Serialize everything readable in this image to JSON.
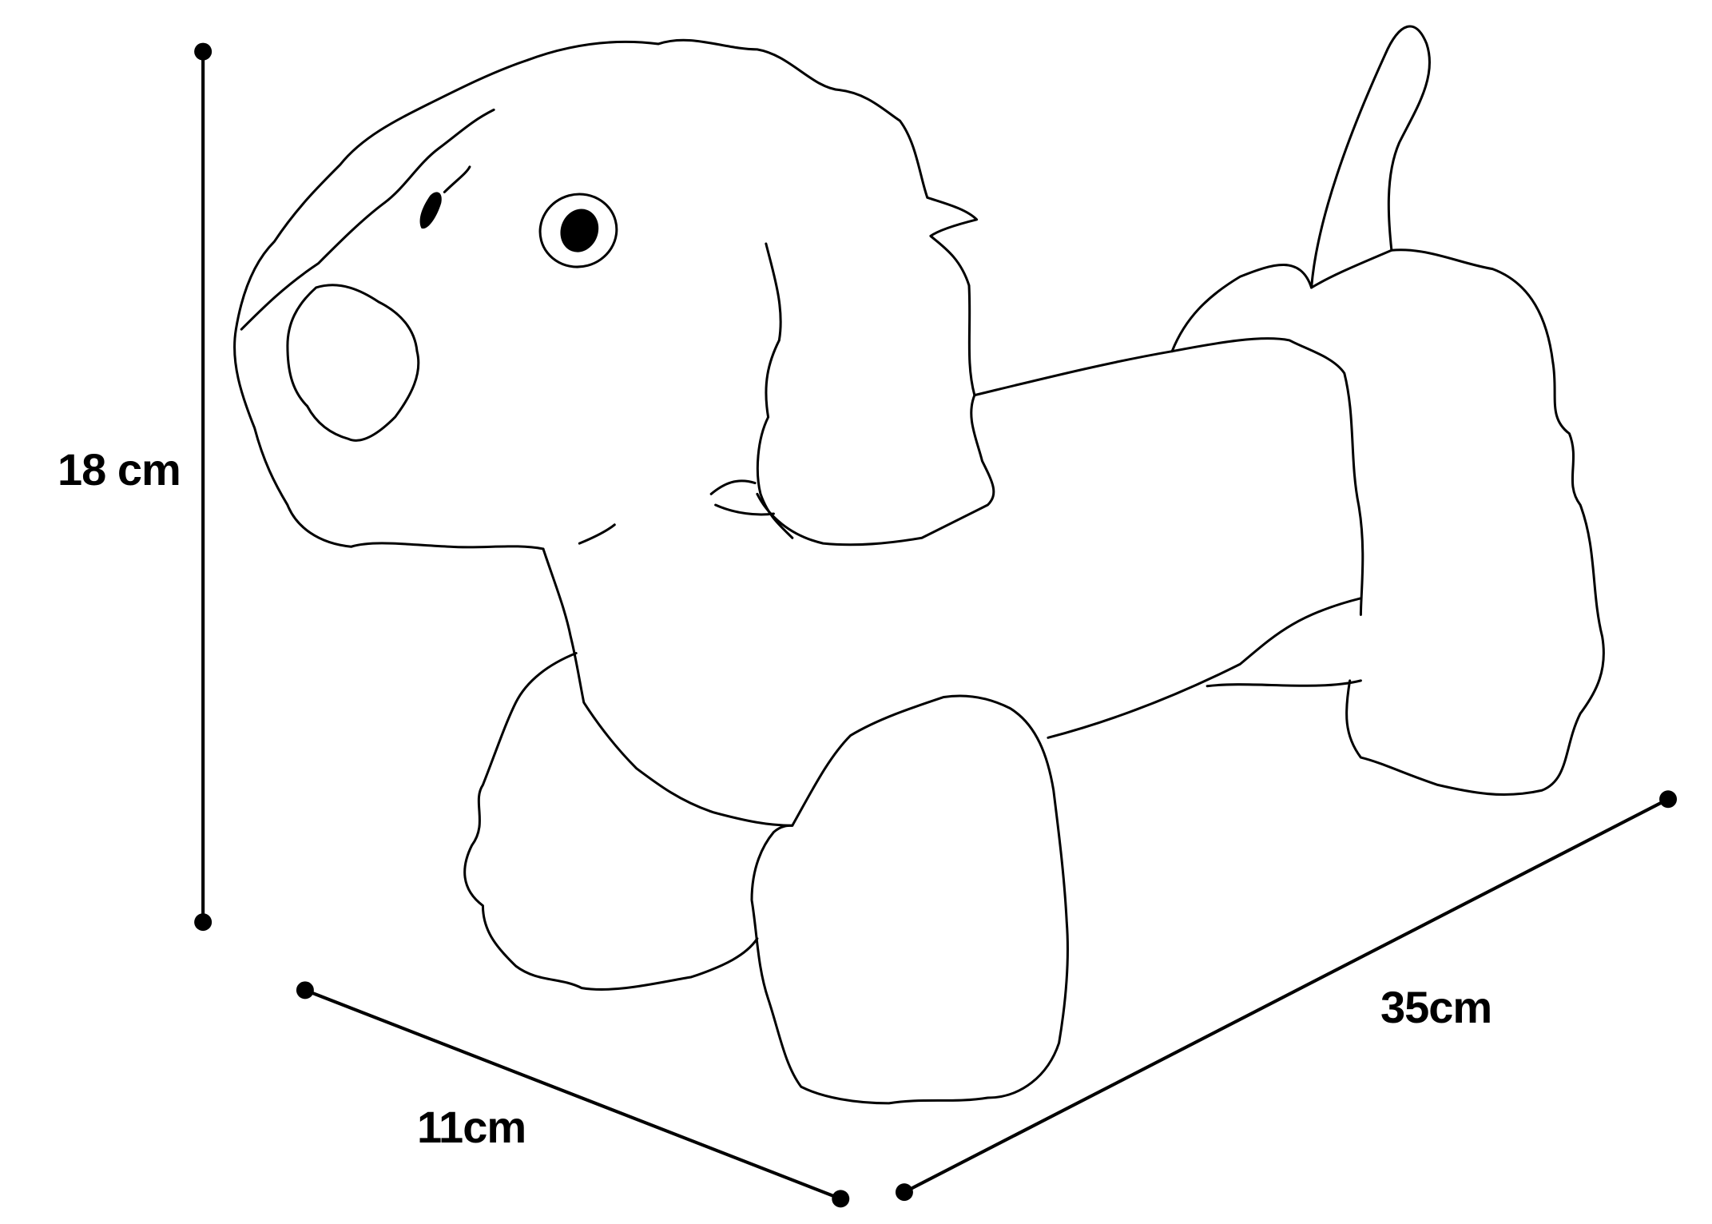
{
  "figure": {
    "subject": "Plush dog line drawing",
    "background_color": "#ffffff",
    "line_color": "#000000"
  },
  "dimensions": {
    "height": {
      "label": "18 cm",
      "value": 18,
      "unit": "cm"
    },
    "depth": {
      "label": "11cm",
      "value": 11,
      "unit": "cm"
    },
    "length": {
      "label": "35cm",
      "value": 35,
      "unit": "cm"
    }
  }
}
